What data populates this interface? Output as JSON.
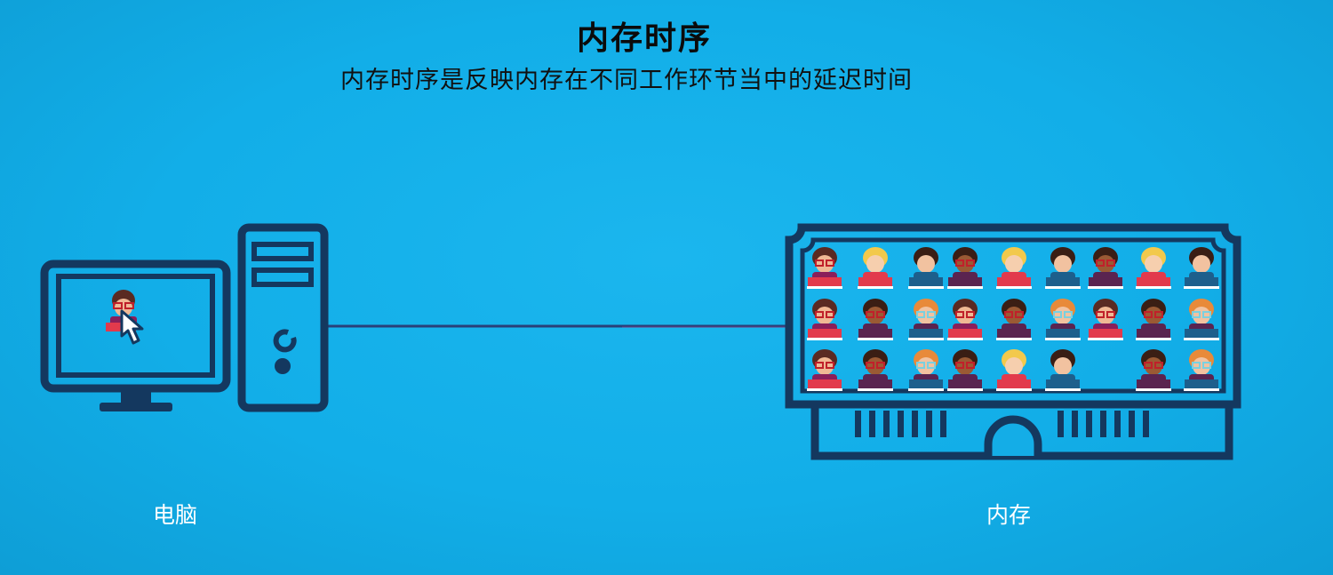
{
  "title": "内存时序",
  "subtitle": "内存时序是反映内存在不同工作环节当中的延迟时间",
  "computer": {
    "label": "电脑"
  },
  "memory": {
    "label": "内存",
    "rows": [
      [
        "a",
        "b",
        "c",
        "d",
        "b",
        "c",
        "d",
        "b",
        "c"
      ],
      [
        "a",
        "d",
        "e",
        "a",
        "d",
        "e",
        "a",
        "d",
        "e"
      ],
      [
        "a",
        "d",
        "e",
        "d",
        "b",
        "c",
        "",
        "d",
        "e"
      ]
    ]
  },
  "colors": {
    "outline": "#14385f",
    "background": "#14ade7",
    "cable": "#1e3f6a"
  }
}
